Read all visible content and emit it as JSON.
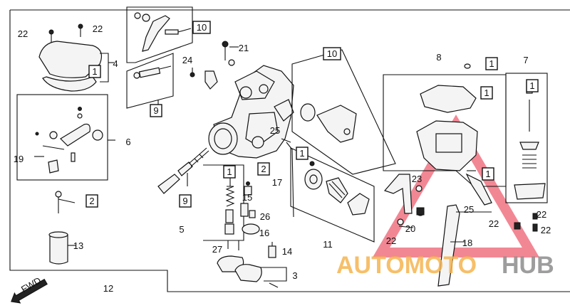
{
  "watermark": {
    "part1": "AUTOMOTO",
    "part2": "HUB",
    "color1": "#f5b450",
    "color2": "#8c8c8c",
    "triangle_color": "#e8243c"
  },
  "direction_label": "FWD",
  "callouts": [
    {
      "id": "c1",
      "text": "22"
    },
    {
      "id": "c2",
      "text": "22"
    },
    {
      "id": "c3",
      "text": "4"
    },
    {
      "id": "c4",
      "text": "1"
    },
    {
      "id": "c5",
      "text": "10"
    },
    {
      "id": "c6",
      "text": "9"
    },
    {
      "id": "c7",
      "text": "21"
    },
    {
      "id": "c8",
      "text": "24"
    },
    {
      "id": "c9",
      "text": "6"
    },
    {
      "id": "c10",
      "text": "19"
    },
    {
      "id": "c11",
      "text": "2"
    },
    {
      "id": "c12",
      "text": "13"
    },
    {
      "id": "c13",
      "text": "9"
    },
    {
      "id": "c14",
      "text": "1"
    },
    {
      "id": "c15",
      "text": "2"
    },
    {
      "id": "c16",
      "text": "15"
    },
    {
      "id": "c17",
      "text": "26"
    },
    {
      "id": "c18",
      "text": "16"
    },
    {
      "id": "c19",
      "text": "5"
    },
    {
      "id": "c20",
      "text": "27"
    },
    {
      "id": "c21",
      "text": "17"
    },
    {
      "id": "c22",
      "text": "25"
    },
    {
      "id": "c23",
      "text": "14"
    },
    {
      "id": "c24",
      "text": "3"
    },
    {
      "id": "c25",
      "text": "12"
    },
    {
      "id": "c26",
      "text": "10"
    },
    {
      "id": "c27",
      "text": "1"
    },
    {
      "id": "c28",
      "text": "11"
    },
    {
      "id": "c29",
      "text": "8"
    },
    {
      "id": "c30",
      "text": "1"
    },
    {
      "id": "c31",
      "text": "1"
    },
    {
      "id": "c32",
      "text": "7"
    },
    {
      "id": "c33",
      "text": "1"
    },
    {
      "id": "c34",
      "text": "23"
    },
    {
      "id": "c35",
      "text": "1"
    },
    {
      "id": "c36",
      "text": "25"
    },
    {
      "id": "c37",
      "text": "20"
    },
    {
      "id": "c38",
      "text": "22"
    },
    {
      "id": "c39",
      "text": "18"
    },
    {
      "id": "c40",
      "text": "22"
    },
    {
      "id": "c41",
      "text": "22"
    },
    {
      "id": "c42",
      "text": "22"
    }
  ]
}
